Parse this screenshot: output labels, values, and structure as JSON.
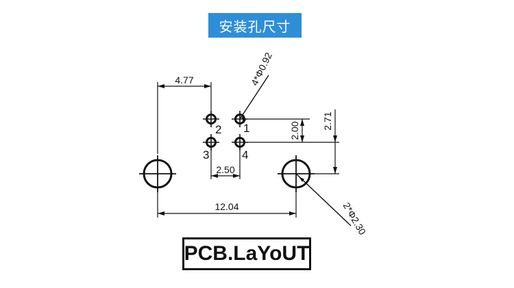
{
  "header": {
    "title": "安装孔尺寸"
  },
  "dimensions": {
    "horizontal_spacing": "4.77",
    "pin_pitch_horizontal": "2.50",
    "mount_hole_spacing": "12.04",
    "pin_pitch_vertical": "2.00",
    "pin_to_hole_vertical": "2.71",
    "pin_hole_diameter": "4*Φ0.92",
    "mount_hole_diameter": "2*Φ2.30"
  },
  "pins": {
    "p1": "1",
    "p2": "2",
    "p3": "3",
    "p4": "4"
  },
  "logo": {
    "text": "PCB.LaYoUT"
  },
  "colors": {
    "badge": "#2f8ed8",
    "line": "#111111",
    "background": "#ffffff"
  }
}
